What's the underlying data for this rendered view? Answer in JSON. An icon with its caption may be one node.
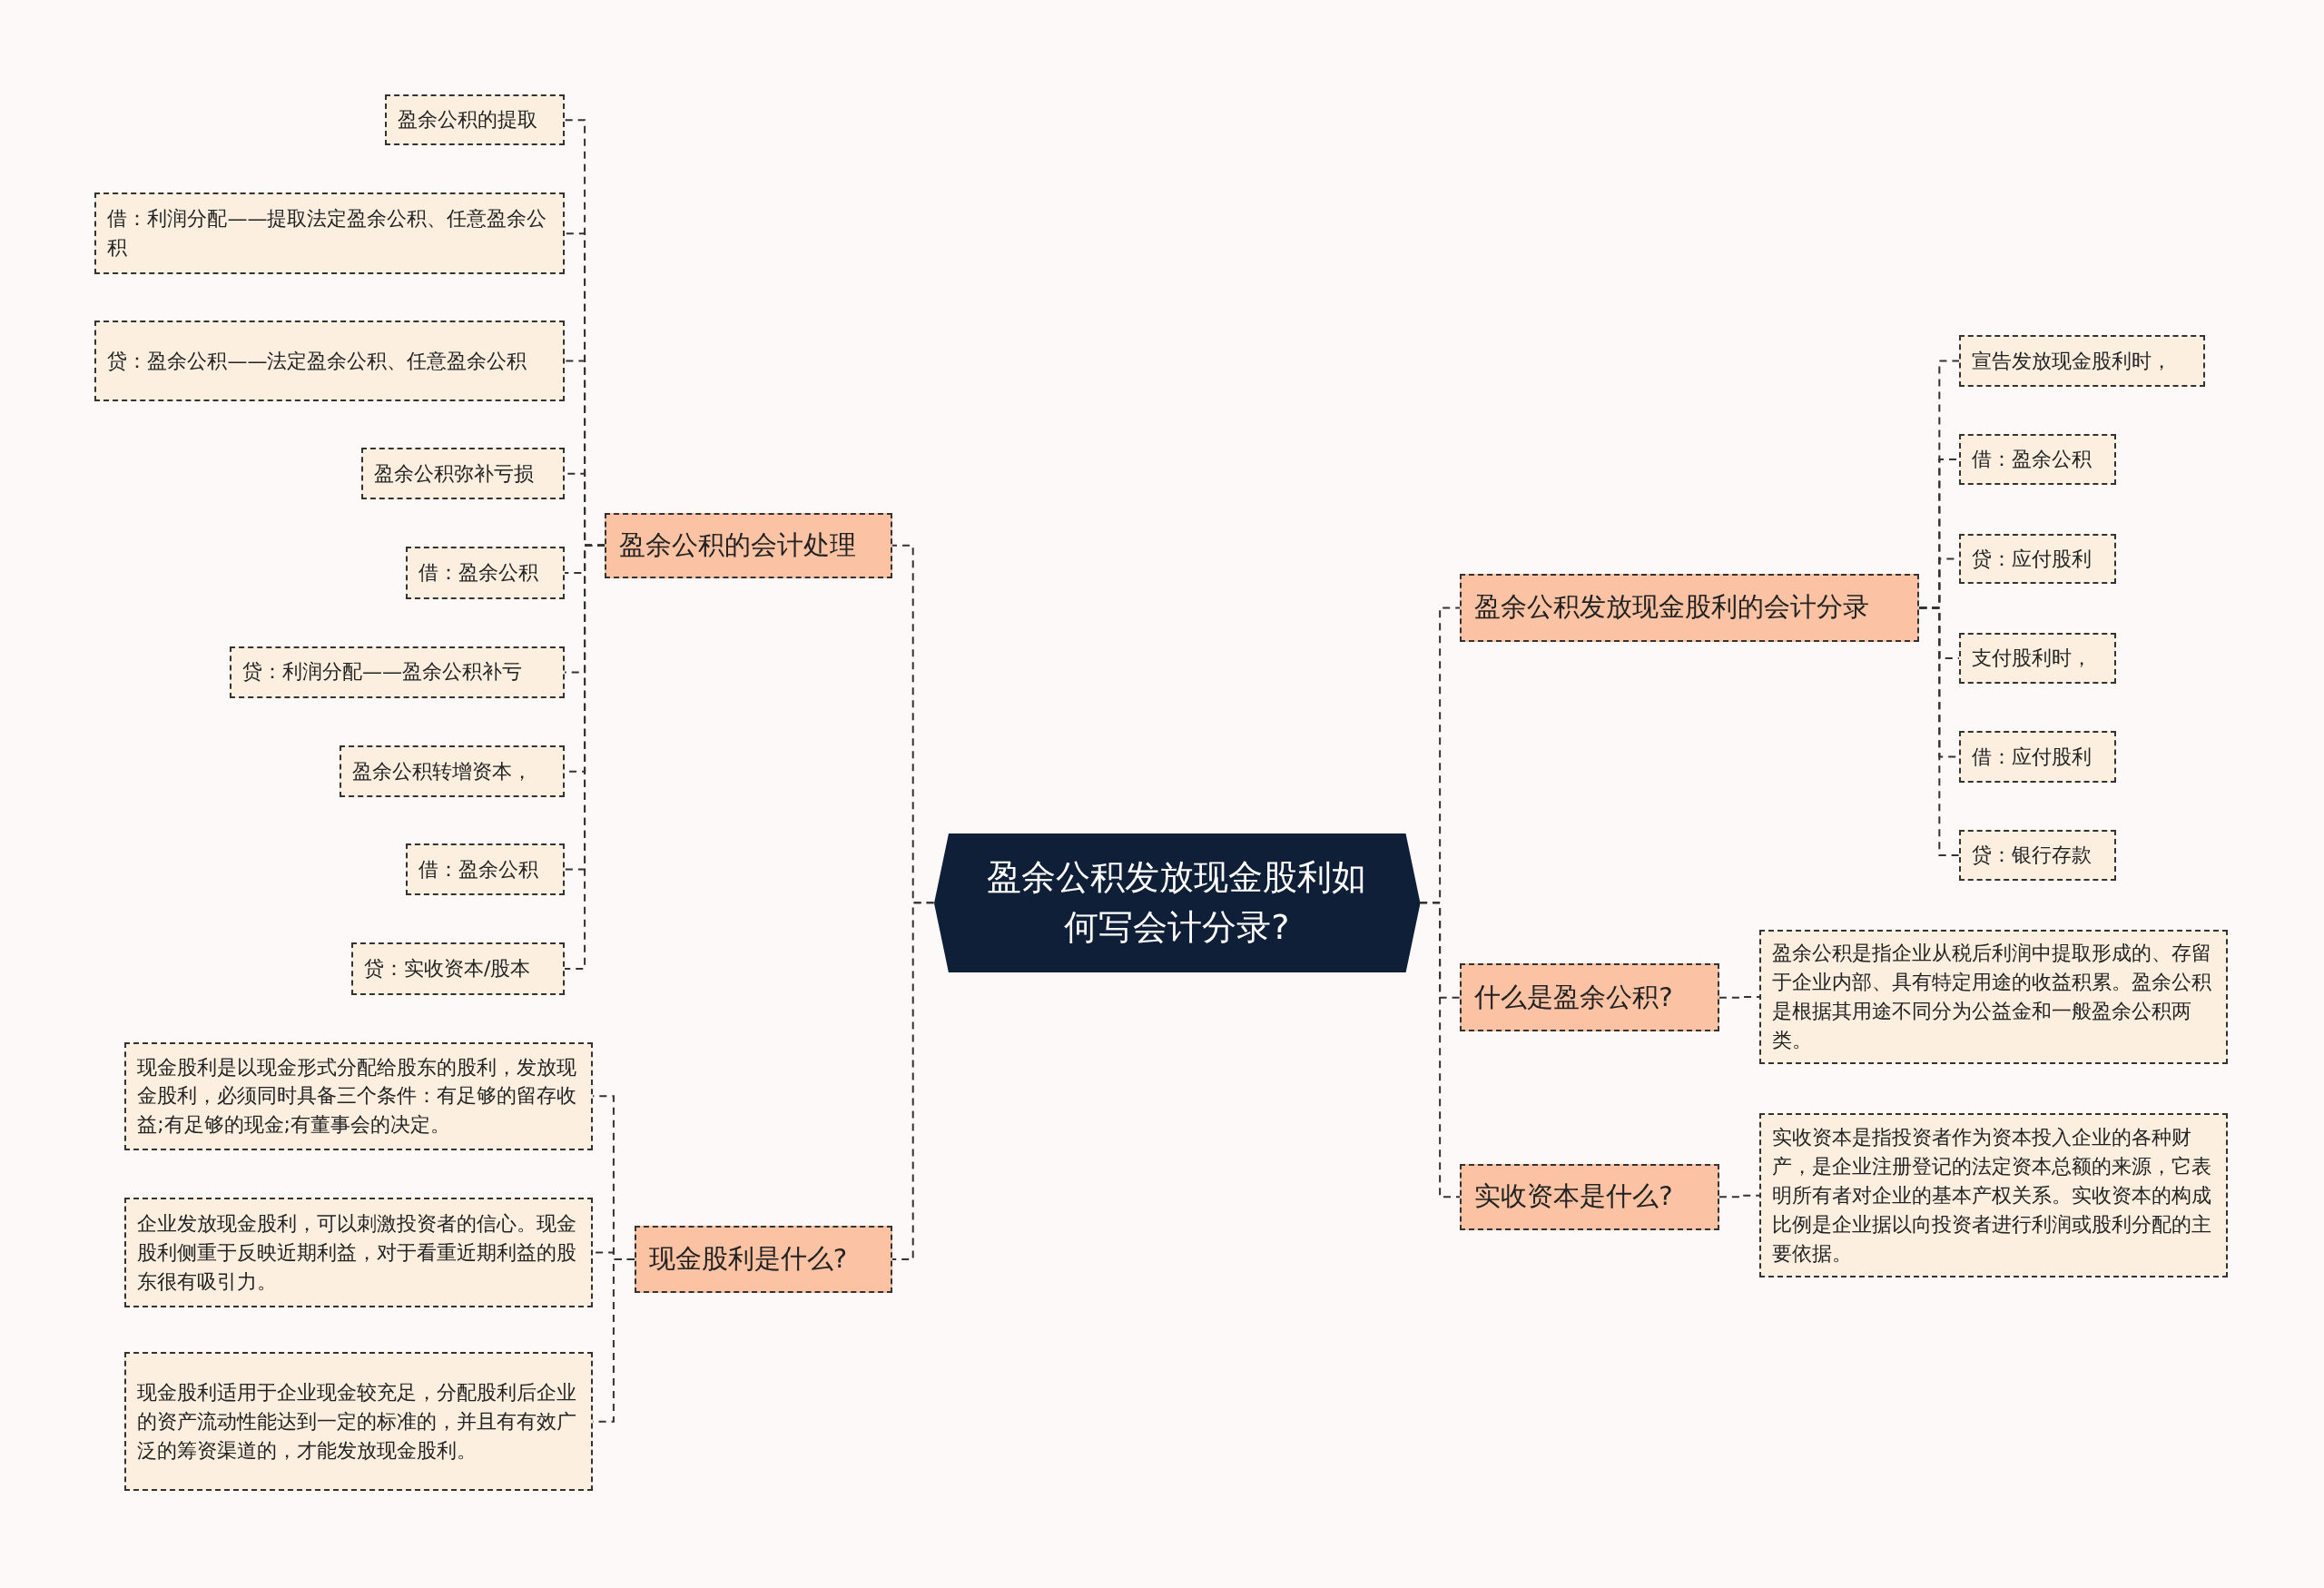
{
  "diagram": {
    "nodes": [
      {
        "text": [
          "盈余公积发放现金股利如何写会计分录?"
        ]
      },
      {
        "text": [
          "盈余公积的会计处理"
        ]
      },
      {
        "text": [
          "盈余公积的提取"
        ]
      },
      {
        "text": [
          "借：利润分配——提取法定盈余公积、任意盈余公积"
        ]
      },
      {
        "text": [
          "贷：盈余公积——法定盈余公积、任意盈余公积"
        ]
      },
      {
        "text": [
          "盈余公积弥补亏损"
        ]
      },
      {
        "text": [
          "借：盈余公积"
        ]
      },
      {
        "text": [
          "贷：利润分配——盈余公积补亏"
        ]
      },
      {
        "text": [
          "盈余公积转增资本，"
        ]
      },
      {
        "text": [
          "借：盈余公积"
        ]
      },
      {
        "text": [
          "贷：实收资本/股本"
        ]
      },
      {
        "text": [
          "现金股利是什么?"
        ]
      },
      {
        "text": [
          "现金股利是以现金形式分配给股东的股利，发放现金股利，必须同时具备三个条件：有足够的留存收益;有足够的现金;有董事会的决定。"
        ]
      },
      {
        "text": [
          "企业发放现金股利，可以刺激投资者的信心。现金股利侧重于反映近期利益，对于看重近期利益的股东很有吸引力。"
        ]
      },
      {
        "text": [
          "现金股利适用于企业现金较充足，分配股利后企业的资产流动性能达到一定的标准的，并且有有效广泛的筹资渠道的，才能发放现金股利。"
        ]
      },
      {
        "text": [
          "盈余公积发放现金股利的会计分录"
        ]
      },
      {
        "text": [
          "宣告发放现金股利时，"
        ]
      },
      {
        "text": [
          "借：盈余公积"
        ]
      },
      {
        "text": [
          "贷：应付股利"
        ]
      },
      {
        "text": [
          "支付股利时，"
        ]
      },
      {
        "text": [
          "借：应付股利"
        ]
      },
      {
        "text": [
          "贷：银行存款"
        ]
      },
      {
        "text": [
          "什么是盈余公积?"
        ]
      },
      {
        "text": [
          "盈余公积是指企业从税后利润中提取形成的、存留于企业内部、具有特定用途的收益积累。盈余公积是根据其用途不同分为公益金和一般盈余公积两类。"
        ]
      },
      {
        "text": [
          "实收资本是什么?"
        ]
      },
      {
        "text": [
          "实收资本是指投资者作为资本投入企业的各种财产，是企业注册登记的法定资本总额的来源，它表明所有者对企业的基本产权关系。实收资本的构成比例是企业据以向投资者进行利润或股利分配的主要依据。"
        ]
      }
    ],
    "edges": [
      {
        "from": 0,
        "to": 1,
        "arrow": "none"
      },
      {
        "from": 1,
        "to": 2,
        "arrow": "none"
      },
      {
        "from": 1,
        "to": 3,
        "arrow": "none"
      },
      {
        "from": 1,
        "to": 4,
        "arrow": "none"
      },
      {
        "from": 1,
        "to": 5,
        "arrow": "none"
      },
      {
        "from": 1,
        "to": 6,
        "arrow": "none"
      },
      {
        "from": 1,
        "to": 7,
        "arrow": "none"
      },
      {
        "from": 1,
        "to": 8,
        "arrow": "none"
      },
      {
        "from": 1,
        "to": 9,
        "arrow": "none"
      },
      {
        "from": 1,
        "to": 10,
        "arrow": "none"
      },
      {
        "from": 0,
        "to": 11,
        "arrow": "none"
      },
      {
        "from": 11,
        "to": 12,
        "arrow": "none"
      },
      {
        "from": 11,
        "to": 13,
        "arrow": "none"
      },
      {
        "from": 11,
        "to": 14,
        "arrow": "none"
      },
      {
        "from": 0,
        "to": 15,
        "arrow": "none"
      },
      {
        "from": 15,
        "to": 16,
        "arrow": "none"
      },
      {
        "from": 15,
        "to": 17,
        "arrow": "none"
      },
      {
        "from": 15,
        "to": 18,
        "arrow": "none"
      },
      {
        "from": 15,
        "to": 19,
        "arrow": "none"
      },
      {
        "from": 15,
        "to": 20,
        "arrow": "none"
      },
      {
        "from": 15,
        "to": 21,
        "arrow": "none"
      },
      {
        "from": 0,
        "to": 22,
        "arrow": "none"
      },
      {
        "from": 22,
        "to": 23,
        "arrow": "none"
      },
      {
        "from": 0,
        "to": 24,
        "arrow": "none"
      },
      {
        "from": 24,
        "to": 25,
        "arrow": "none"
      }
    ]
  }
}
